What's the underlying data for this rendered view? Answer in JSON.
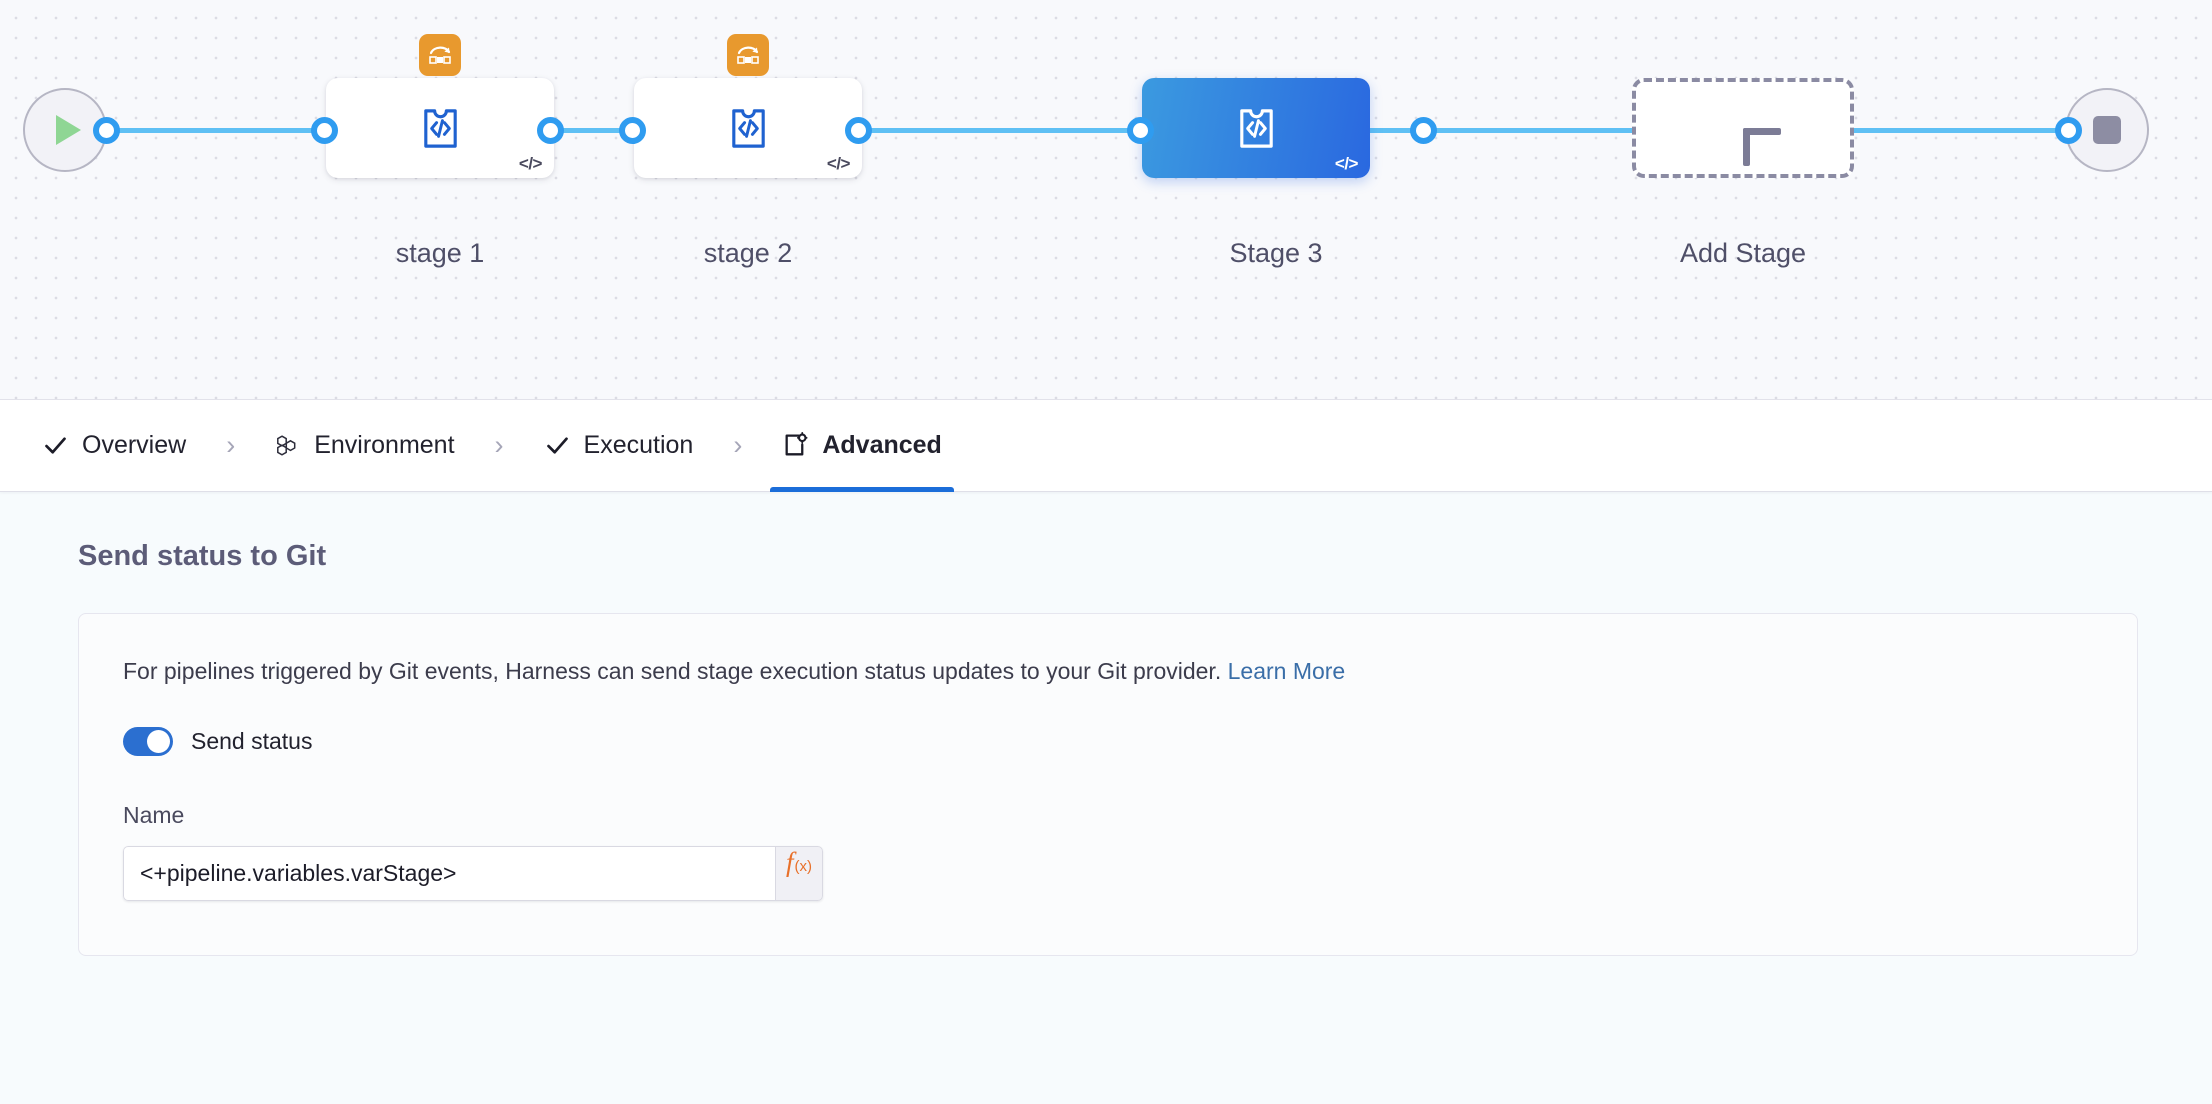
{
  "canvas": {
    "start_node": {
      "icon": "play-icon",
      "name": "pipeline-start"
    },
    "end_node": {
      "icon": "stop-icon",
      "name": "pipeline-end"
    },
    "stages": [
      {
        "label": "stage 1",
        "selected": false,
        "has_strategy_badge": true,
        "strategy_icon": "looping-strategy-icon",
        "type_icon": "custom-stage-icon",
        "code_badge": "</>"
      },
      {
        "label": "stage 2",
        "selected": false,
        "has_strategy_badge": true,
        "strategy_icon": "looping-strategy-icon",
        "type_icon": "custom-stage-icon",
        "code_badge": "</>"
      },
      {
        "label": "Stage 3",
        "selected": true,
        "has_strategy_badge": false,
        "strategy_icon": "",
        "type_icon": "custom-stage-icon",
        "code_badge": "</>"
      }
    ],
    "add_stage": {
      "label": "Add Stage",
      "icon": "plus-icon"
    },
    "colors": {
      "connector": "#5fc0f4",
      "port": "#2f9cf0",
      "selected_stage_start": "#3b9ae0",
      "selected_stage_end": "#2a68e0",
      "strategy_badge": "#e8992e"
    }
  },
  "tabs": [
    {
      "label": "Overview",
      "icon": "check-icon",
      "active": false
    },
    {
      "label": "Environment",
      "icon": "hexagons-icon",
      "active": false
    },
    {
      "label": "Execution",
      "icon": "check-icon",
      "active": false
    },
    {
      "label": "Advanced",
      "icon": "document-gear-icon",
      "active": true
    }
  ],
  "tab_separator": "›",
  "main": {
    "section_title": "Send status to Git",
    "description": "For pipelines triggered by Git events, Harness can send stage execution status updates to your Git provider.",
    "learn_more_label": "Learn More",
    "toggle": {
      "label": "Send status",
      "enabled": true
    },
    "name_field": {
      "label": "Name",
      "value": "<+pipeline.variables.varStage>",
      "placeholder": "Name",
      "expression_button": {
        "f": "f",
        "sub": "(x)"
      }
    }
  }
}
